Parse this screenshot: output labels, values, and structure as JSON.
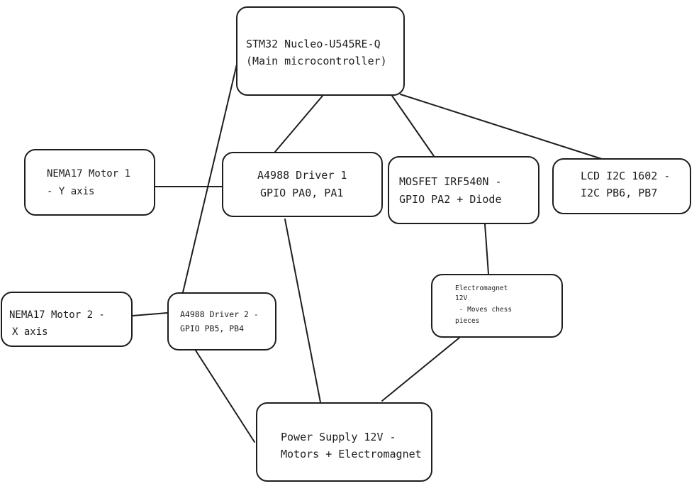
{
  "nodes": {
    "stm32": {
      "line1": "STM32 Nucleo-U545RE-Q",
      "line2": "(Main microcontroller)"
    },
    "driver1": {
      "line1": "A4988 Driver 1",
      "line2": "GPIO PA0, PA1"
    },
    "mosfet": {
      "line1": "MOSFET IRF540N -",
      "line2": "GPIO PA2 + Diode"
    },
    "lcd": {
      "line1": "LCD I2C 1602 -",
      "line2": "I2C PB6, PB7"
    },
    "motor1": {
      "line1": "NEMA17 Motor 1",
      "line2": "- Y axis"
    },
    "motor2": {
      "line1": "NEMA17 Motor 2 -",
      "line2": "X axis"
    },
    "driver2": {
      "line1": "A4988 Driver 2 -",
      "line2": "GPIO PB5, PB4"
    },
    "electromagnet": {
      "line1": "Electromagnet",
      "line2": "12V",
      "line3": " - Moves chess",
      "line4": "pieces"
    },
    "power": {
      "line1": "Power Supply 12V -",
      "line2": "Motors + Electromagnet"
    }
  },
  "connections": [
    {
      "from": "stm32",
      "to": "driver1"
    },
    {
      "from": "stm32",
      "to": "mosfet"
    },
    {
      "from": "stm32",
      "to": "lcd"
    },
    {
      "from": "stm32",
      "to": "driver2"
    },
    {
      "from": "motor1",
      "to": "driver1"
    },
    {
      "from": "motor2",
      "to": "driver2"
    },
    {
      "from": "mosfet",
      "to": "electromagnet"
    },
    {
      "from": "driver1",
      "to": "power"
    },
    {
      "from": "driver2",
      "to": "power"
    },
    {
      "from": "electromagnet",
      "to": "power"
    }
  ],
  "colors": {
    "stroke": "#1e1e1e",
    "background": "#ffffff"
  }
}
